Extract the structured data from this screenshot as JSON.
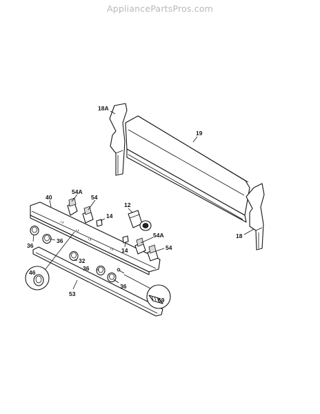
{
  "watermark": "AppliancePartsPros.com",
  "labels": {
    "p18A": "18A",
    "p19": "19",
    "p18": "18",
    "p40": "40",
    "p54A_top": "54A",
    "p54_top": "54",
    "p12": "12",
    "p14_top": "14",
    "p14_mid": "14",
    "p54A_right": "54A",
    "p54_right": "54",
    "p36_a": "36",
    "p36_b": "36",
    "p36_c": "36",
    "p36_d": "36",
    "p32": "32",
    "p46": "46",
    "p53": "53",
    "p69": "69"
  }
}
